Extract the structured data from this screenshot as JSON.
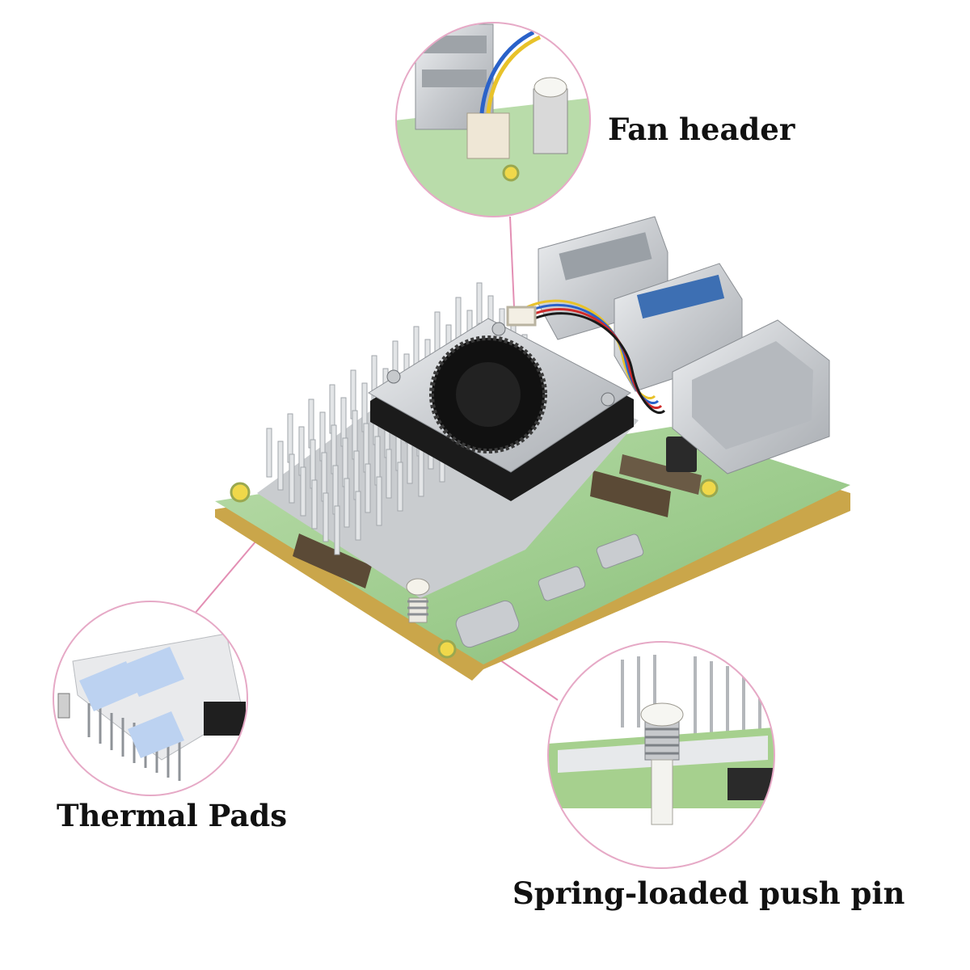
{
  "colors": {
    "callout_ring": "#e6a9c6",
    "leader_line": "#e38fb4",
    "pcb_green": "#9ecb8f",
    "heatsink_silver": "#d4d6d9",
    "fan_black": "#1b1b1b",
    "label_text": "#111111"
  },
  "callouts": {
    "fan_header": {
      "label": "Fan header",
      "icon": "fan-header-closeup"
    },
    "thermal_pads": {
      "label": "Thermal Pads",
      "icon": "thermal-pads-closeup"
    },
    "push_pin": {
      "label": "Spring-loaded push pin",
      "icon": "push-pin-closeup"
    }
  },
  "board": {
    "subject": "single-board-computer-with-active-cooler",
    "icons": [
      "heatsink-icon",
      "blower-fan-icon",
      "usb-port-icon",
      "ethernet-port-icon",
      "fan-cable-icon"
    ]
  }
}
